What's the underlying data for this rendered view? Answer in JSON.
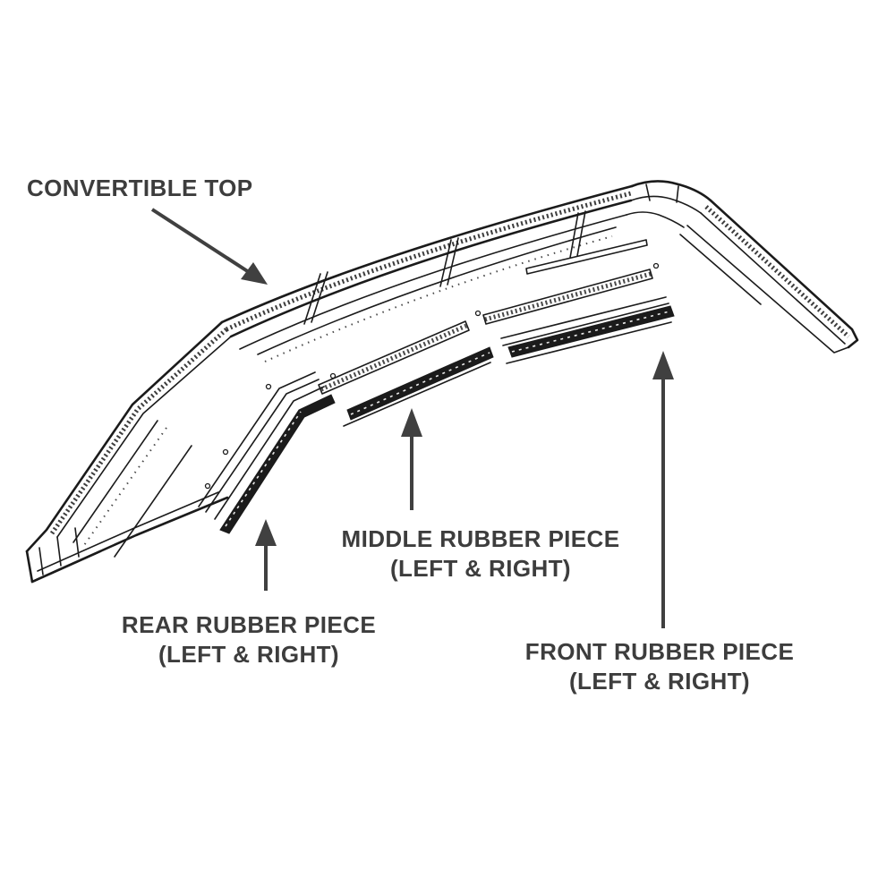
{
  "diagram": {
    "colors": {
      "line": "#1b1b1b",
      "label_text": "#3d3d3d",
      "arrow": "#404040",
      "background": "#ffffff"
    },
    "labels": {
      "convertible_top": "CONVERTIBLE TOP",
      "middle": {
        "line1": "MIDDLE RUBBER PIECE",
        "line2": "(LEFT & RIGHT)"
      },
      "rear": {
        "line1": "REAR RUBBER PIECE",
        "line2": "(LEFT & RIGHT)"
      },
      "front": {
        "line1": "FRONT RUBBER PIECE",
        "line2": "(LEFT & RIGHT)"
      }
    }
  }
}
